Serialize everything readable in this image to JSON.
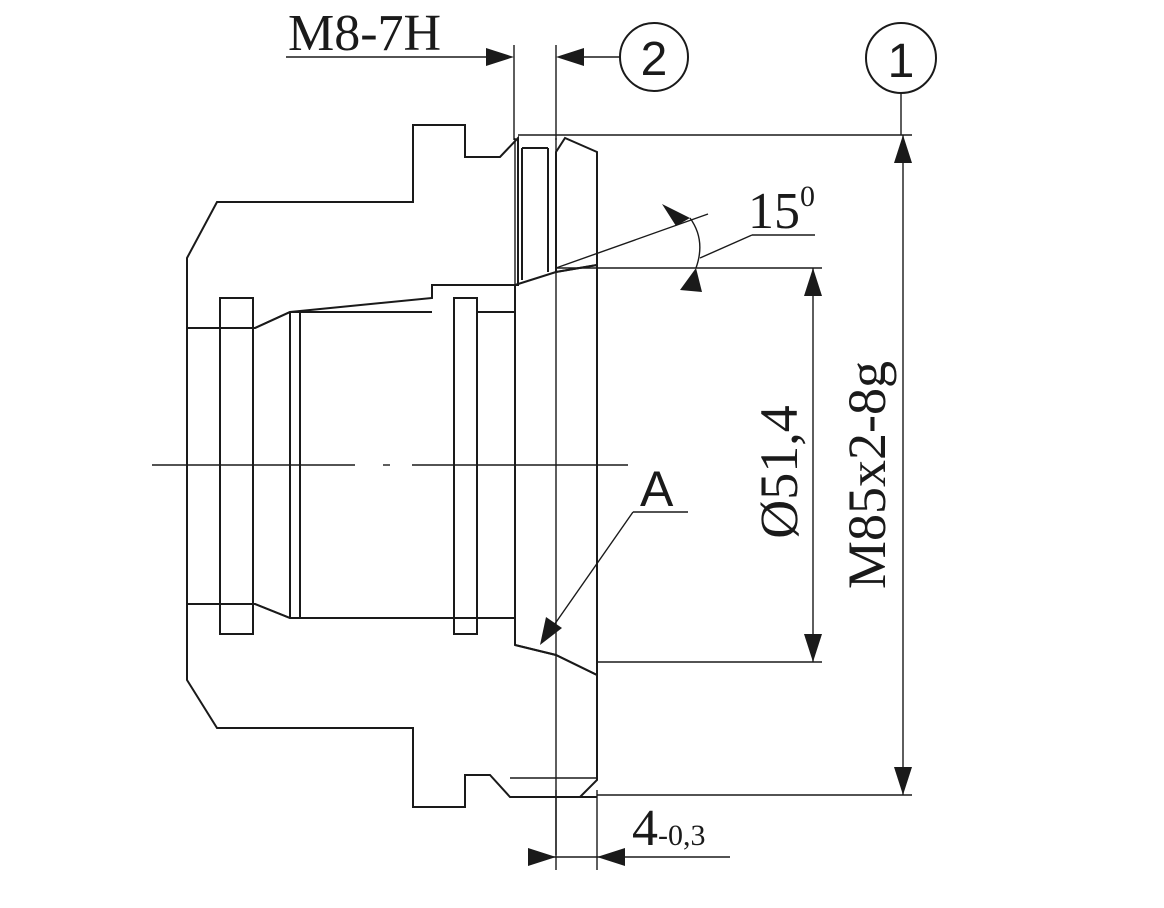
{
  "labels": {
    "thread_top": "M8-7H",
    "callout_1": "1",
    "callout_2": "2",
    "angle_value": "15",
    "angle_unit": "0",
    "diameter": "Ø51,4",
    "thread_main": "M85x2-8g",
    "section_mark": "A",
    "depth_value": "4",
    "depth_tolerance": "-0,3"
  },
  "colors": {
    "line": "#1a1a1a",
    "background": "#ffffff"
  }
}
